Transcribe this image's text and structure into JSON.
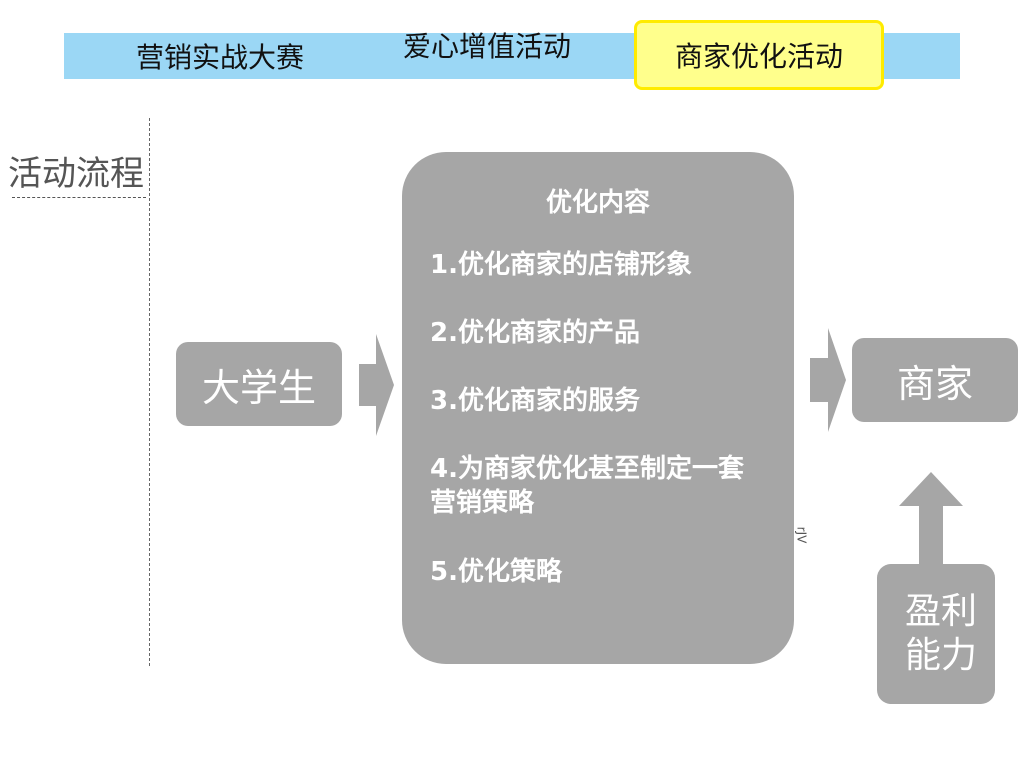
{
  "tabs": [
    {
      "label": "营销实战大赛"
    },
    {
      "label": "爱心增值活动"
    },
    {
      "label": "商家优化活动"
    }
  ],
  "sidebar": {
    "title": "活动流程"
  },
  "flow": {
    "student": "大学生",
    "merchant": "商家",
    "profit": "盈利能力",
    "content": {
      "title": "优化内容",
      "items": [
        "1.优化商家的店铺形象",
        "2.优化商家的产品",
        "3.优化商家的服务",
        "4.为商家优化甚至制定一套营销策略",
        "5.优化策略"
      ]
    },
    "note": "rJV"
  },
  "colors": {
    "tab_bar": "#9bd7f5",
    "active_tab_bg": "#ffff8c",
    "active_tab_border": "#ffeb00",
    "box_fill": "#a6a6a6",
    "arrow_fill": "#a6a6a6"
  },
  "icons": [
    "arrow-right-icon",
    "arrow-right-icon",
    "arrow-up-icon"
  ]
}
